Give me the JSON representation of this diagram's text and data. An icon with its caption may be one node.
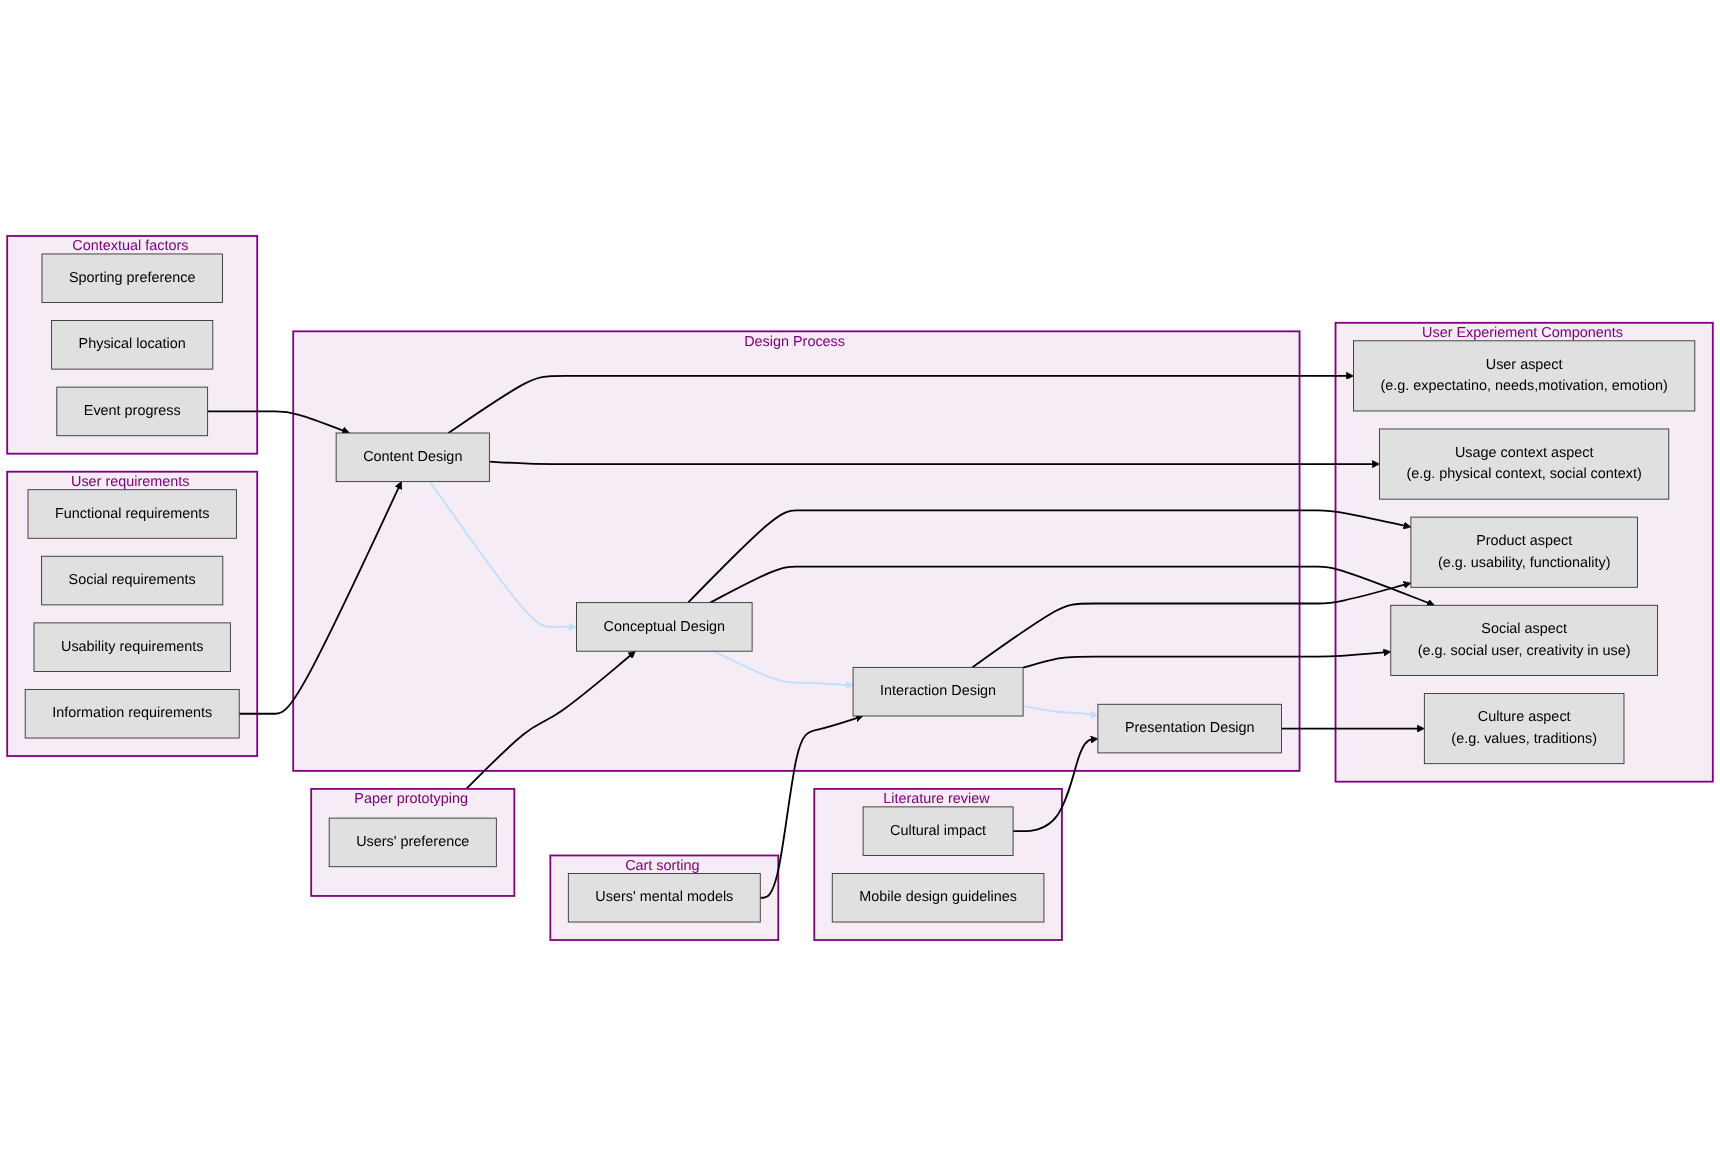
{
  "diagram": {
    "nodes": [
      {
        "text": [
          "User requirements"
        ]
      },
      {
        "text": [
          "Functional requirements"
        ],
        "in": 0
      },
      {
        "text": [
          "Social requirements"
        ],
        "in": 0
      },
      {
        "text": [
          "Usability requirements"
        ],
        "in": 0
      },
      {
        "text": [
          "Information requirements"
        ],
        "in": 0
      },
      {
        "text": [
          "Contextual factors"
        ]
      },
      {
        "text": [
          "Sporting preference"
        ],
        "in": 5
      },
      {
        "text": [
          "Physical location"
        ],
        "in": 5
      },
      {
        "text": [
          "Event progress"
        ],
        "in": 5
      },
      {
        "text": [
          "Paper prototyping"
        ]
      },
      {
        "text": [
          "Users' preference"
        ],
        "in": 9
      },
      {
        "text": [
          "Cart sorting"
        ]
      },
      {
        "text": [
          "Users' mental models"
        ],
        "in": 11
      },
      {
        "text": [
          "Literature review"
        ]
      },
      {
        "text": [
          "Cultural impact"
        ],
        "in": 13
      },
      {
        "text": [
          "Mobile design guidelines"
        ],
        "in": 13
      },
      {
        "text": [
          "Design Process"
        ]
      },
      {
        "text": [
          "Content Design"
        ],
        "in": 16
      },
      {
        "text": [
          "Conceptual Design"
        ],
        "in": 16
      },
      {
        "text": [
          "Interaction Design"
        ],
        "in": 16
      },
      {
        "text": [
          "Presentation Design"
        ],
        "in": 16
      },
      {
        "text": [
          "User Experiement Components"
        ]
      },
      {
        "text": [
          "Usage context aspect",
          "(e.g. physical context, social context)"
        ],
        "in": 21
      },
      {
        "text": [
          "User aspect",
          "(e.g. expectatino, needs,motivation, emotion)"
        ],
        "in": 21
      },
      {
        "text": [
          "Social aspect",
          "(e.g. social user, creativity in use)"
        ],
        "in": 21
      },
      {
        "text": [
          "Product aspect",
          "(e.g. usability, functionality)"
        ],
        "in": 21
      },
      {
        "text": [
          "Culture aspect",
          "(e.g. values, traditions)"
        ],
        "in": 21
      }
    ],
    "edges": [
      {
        "from": 4,
        "to": 17,
        "arrow": "to"
      },
      {
        "from": 8,
        "to": 17,
        "arrow": "to"
      },
      {
        "from": 9,
        "to": 18,
        "arrow": "to"
      },
      {
        "from": 12,
        "to": 19,
        "arrow": "to"
      },
      {
        "from": 14,
        "to": 20,
        "arrow": "to"
      },
      {
        "from": 17,
        "to": 18,
        "arrow": "to",
        "color": "#bfdfff"
      },
      {
        "from": 18,
        "to": 19,
        "arrow": "to",
        "color": "#bfdfff"
      },
      {
        "from": 19,
        "to": 20,
        "arrow": "to",
        "color": "#bfdfff"
      },
      {
        "from": 17,
        "to": 22,
        "arrow": "to"
      },
      {
        "from": 17,
        "to": 23,
        "arrow": "to"
      },
      {
        "from": 18,
        "to": 24,
        "arrow": "to"
      },
      {
        "from": 18,
        "to": 25,
        "arrow": "to"
      },
      {
        "from": 19,
        "to": 24,
        "arrow": "to"
      },
      {
        "from": 19,
        "to": 25,
        "arrow": "to"
      },
      {
        "from": 20,
        "to": 26,
        "arrow": "to"
      }
    ]
  }
}
